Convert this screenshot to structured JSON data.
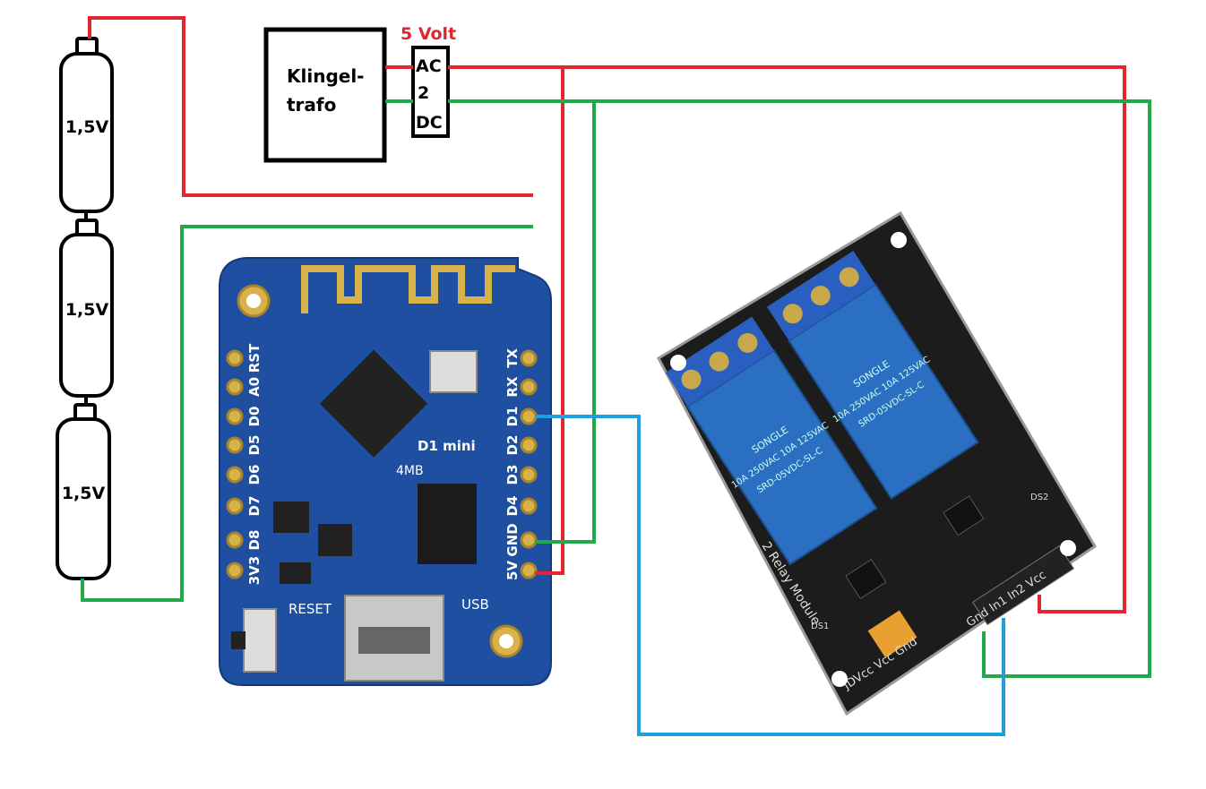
{
  "colors": {
    "wire_red": "#e3262c",
    "wire_green": "#23a84a",
    "wire_blue": "#1d9fe0",
    "board_blue": "#1f4fa0",
    "relay_blue": "#2b6fc2",
    "relay_board": "#1c1c1c"
  },
  "batteries": [
    {
      "label": "1,5V"
    },
    {
      "label": "1,5V"
    },
    {
      "label": "1,5V"
    }
  ],
  "transformer": {
    "line1": "Klingel-",
    "line2": "trafo"
  },
  "converter": {
    "voltage_label": "5 Volt",
    "line1": "AC",
    "line2": "2",
    "line3": "DC"
  },
  "d1mini": {
    "name": "D1 mini",
    "flash": "4MB",
    "reset": "RESET",
    "usb": "USB",
    "left_pins": [
      "RST",
      "A0",
      "D0",
      "D5",
      "D6",
      "D7",
      "D8",
      "3V3"
    ],
    "right_pins": [
      "TX",
      "RX",
      "D1",
      "D2",
      "D3",
      "D4",
      "GND",
      "5V"
    ]
  },
  "relay": {
    "module_label": "2 Relay Module",
    "brand": "SONGLE",
    "model": "SRD-05VDC-SL-C",
    "ratings": "10A 250VAC 10A 125VAC",
    "header_pins": "Gnd In1 In2 Vcc",
    "jumper_pins": "JDVcc Vcc Gnd",
    "led1": "DS1",
    "led2": "DS2"
  }
}
